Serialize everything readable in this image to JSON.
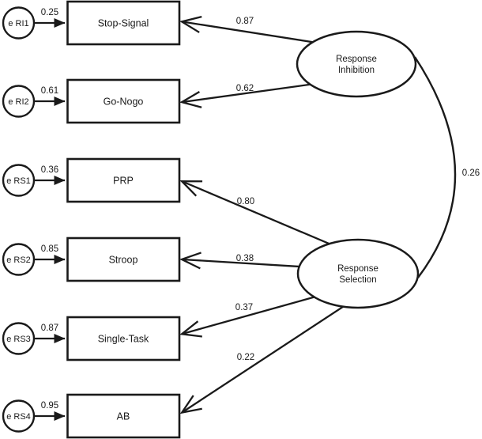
{
  "figure": {
    "type": "sem-path-diagram",
    "background_color": "#ffffff",
    "ink_color": "#1a1a1a",
    "factors": [
      {
        "id": "response-inhibition",
        "name_line1": "Response",
        "name_line2": "Inhibition"
      },
      {
        "id": "response-selection",
        "name_line1": "Response",
        "name_line2": "Selection"
      }
    ],
    "factor_correlation": "0.26",
    "indicators": [
      {
        "error_label": "e RI1",
        "error_variance": "0.25",
        "task": "Stop-Signal",
        "loading": "0.87",
        "factor": "Response Inhibition"
      },
      {
        "error_label": "e RI2",
        "error_variance": "0.61",
        "task": "Go-Nogo",
        "loading": "0.62",
        "factor": "Response Inhibition"
      },
      {
        "error_label": "e RS1",
        "error_variance": "0.36",
        "task": "PRP",
        "loading": "0.80",
        "factor": "Response Selection"
      },
      {
        "error_label": "e RS2",
        "error_variance": "0.85",
        "task": "Stroop",
        "loading": "0.38",
        "factor": "Response Selection"
      },
      {
        "error_label": "e RS3",
        "error_variance": "0.87",
        "task": "Single-Task",
        "loading": "0.37",
        "factor": "Response Selection"
      },
      {
        "error_label": "e RS4",
        "error_variance": "0.95",
        "task": "AB",
        "loading": "0.22",
        "factor": "Response Selection"
      }
    ]
  }
}
